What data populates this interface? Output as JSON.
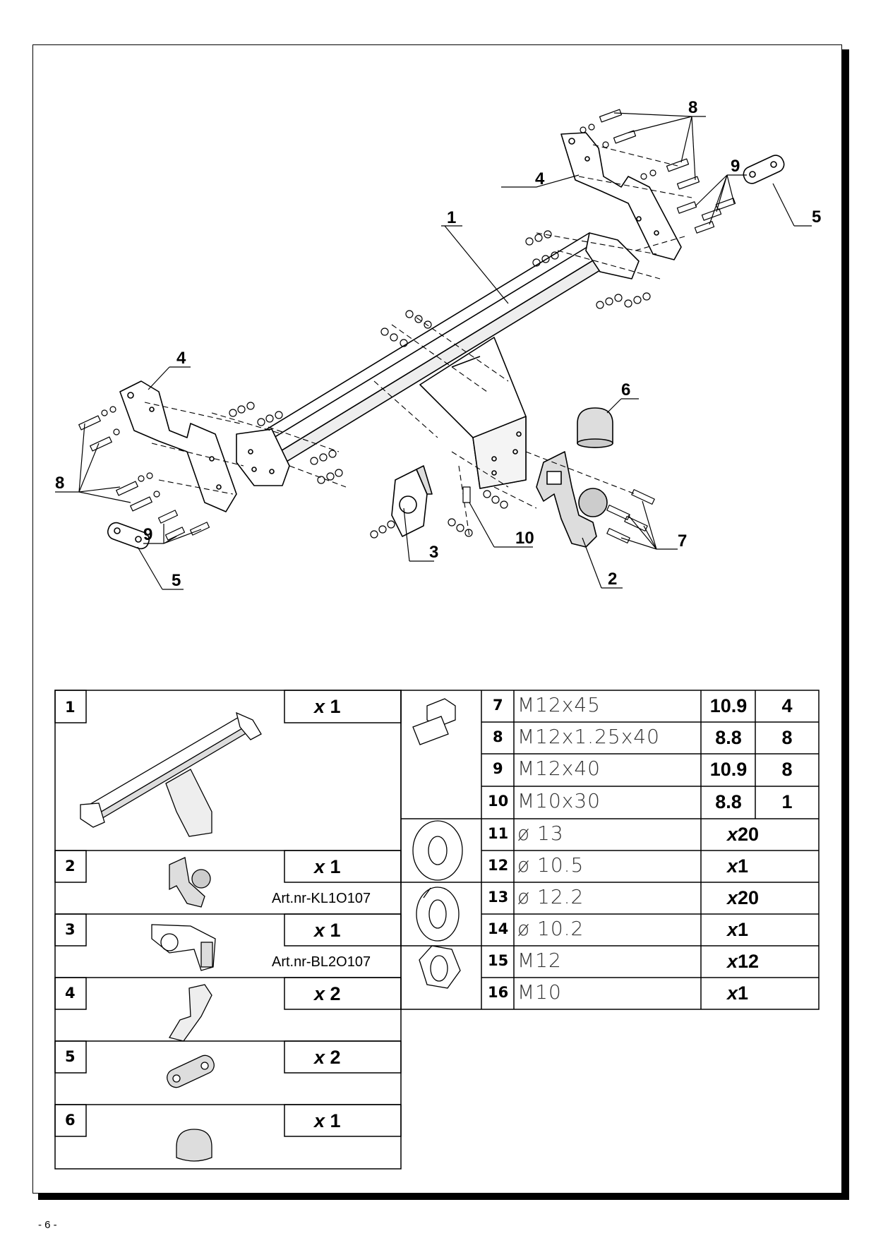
{
  "callouts": {
    "c1": "1",
    "c2": "2",
    "c3": "3",
    "c4_left": "4",
    "c4_right": "4",
    "c5_left": "5",
    "c5_right": "5",
    "c6": "6",
    "c7": "7",
    "c8_left": "8",
    "c8_right": "8",
    "c9_left": "9",
    "c9_right": "9",
    "c10": "10"
  },
  "parts": [
    {
      "num": "1",
      "qty_prefix": "x",
      "qty": "1",
      "art": ""
    },
    {
      "num": "2",
      "qty_prefix": "x",
      "qty": "1",
      "art": "Art.nr-KL1O107"
    },
    {
      "num": "3",
      "qty_prefix": "x",
      "qty": "1",
      "art": "Art.nr-BL2O107"
    },
    {
      "num": "4",
      "qty_prefix": "x",
      "qty": "2",
      "art": ""
    },
    {
      "num": "5",
      "qty_prefix": "x",
      "qty": "2",
      "art": ""
    },
    {
      "num": "6",
      "qty_prefix": "x",
      "qty": "1",
      "art": ""
    }
  ],
  "hardware": [
    {
      "num": "7",
      "spec": "M12x45",
      "grade": "10.9",
      "qty": "4"
    },
    {
      "num": "8",
      "spec": "M12x1.25x40",
      "grade": "8.8",
      "qty": "8"
    },
    {
      "num": "9",
      "spec": "M12x40",
      "grade": "10.9",
      "qty": "8"
    },
    {
      "num": "10",
      "spec": "M10x30",
      "grade": "8.8",
      "qty": "1"
    },
    {
      "num": "11",
      "spec": "ø 13",
      "qty_prefix": "x",
      "qty": "20"
    },
    {
      "num": "12",
      "spec": "ø 10.5",
      "qty_prefix": "x",
      "qty": "1"
    },
    {
      "num": "13",
      "spec": "ø 12.2",
      "qty_prefix": "x",
      "qty": "20"
    },
    {
      "num": "14",
      "spec": "ø 10.2",
      "qty_prefix": "x",
      "qty": "1"
    },
    {
      "num": "15",
      "spec": "M12",
      "qty_prefix": "x",
      "qty": "12"
    },
    {
      "num": "16",
      "spec": "M10",
      "qty_prefix": "x",
      "qty": "1"
    }
  ],
  "footer": {
    "page": "- 6 -"
  },
  "icons": [
    "bolt-icon",
    "flat-washer-icon",
    "spring-washer-icon",
    "hex-nut-icon"
  ]
}
